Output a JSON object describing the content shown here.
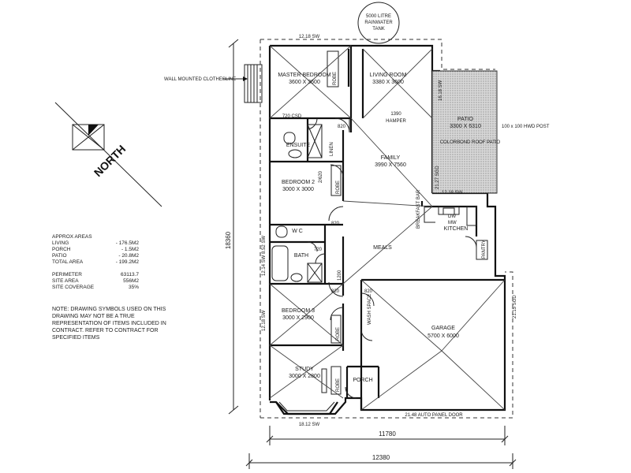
{
  "rooms": {
    "master_bedroom": {
      "name": "MASTER BEDROOM",
      "size": "3600 X 3600"
    },
    "living_room": {
      "name": "LIVING ROOM",
      "size": "3380 X 3600"
    },
    "patio": {
      "name": "PATIO",
      "size": "3300 X 6310"
    },
    "ensuite": {
      "name": "ENSUITE"
    },
    "family": {
      "name": "FAMILY",
      "size": "3990 X 7560"
    },
    "bedroom2": {
      "name": "BEDROOM 2",
      "size": "3000 X 3000"
    },
    "kitchen": {
      "name": "KITCHEN"
    },
    "wc": {
      "name": "W C"
    },
    "bath": {
      "name": "BATH"
    },
    "meals": {
      "name": "MEALS"
    },
    "bedroom3": {
      "name": "BEDROOM 3",
      "size": "3000 X 2900"
    },
    "garage": {
      "name": "GARAGE",
      "size": "5700 X 6000"
    },
    "study": {
      "name": "STUDY",
      "size": "3000 X 2800"
    },
    "porch": {
      "name": "PORCH"
    }
  },
  "labels": {
    "tank": "5000 LITRE RAINWATER TANK",
    "clothesline": "WALL MOUNTED CLOTHESLINE",
    "north": "NORTH",
    "post": "100 x 100 HWD POST",
    "colorbond": "COLORBOND ROOF PATIO",
    "top_wall": "12.18 SW",
    "right_wall_top": "16.18 SW",
    "patio_bottom": "12.18 SW",
    "right_wall_sgd": "21.27 SGD",
    "garage_sgd": "21.15 SGD",
    "bottom_wall": "18.12 SW",
    "left_wall_mid": "12.18 SW",
    "auto_door": "21.48 AUTO PANEL DOOR",
    "hamper_1390": "1390",
    "hamper": "HAMPER",
    "hamper_1200": "1200",
    "robe": "ROBE",
    "linen": "LINEN",
    "csd": "720 CSD",
    "d820": "820",
    "d720": "720",
    "d2620": "2/620",
    "breakfast_bar": "BREAKFAST BAR",
    "wash_space": "WASH SPACE",
    "pantry": "PANTRY",
    "dw": "DW",
    "mw": "MW",
    "dim_depth": "18360",
    "dim_inner": "11780",
    "dim_outer": "12380",
    "left_wall_text": "12.14 SW 8.52 SW"
  },
  "areas": {
    "title": "APPROX AREAS",
    "rows": [
      {
        "label": "LIVING",
        "value": "- 176.5M2"
      },
      {
        "label": "PORCH",
        "value": "- 1.5M2"
      },
      {
        "label": "PATIO",
        "value": "- 20.8M2"
      },
      {
        "label": "TOTAL AREA",
        "value": "- 199.2M2"
      }
    ],
    "rows2": [
      {
        "label": "PERIMETER",
        "value": "63113.7"
      },
      {
        "label": "SITE AREA",
        "value": "556M2"
      },
      {
        "label": "SITE COVERAGE",
        "value": "35%"
      }
    ]
  },
  "note": "NOTE: DRAWING SYMBOLS USED ON THIS DRAWING MAY NOT BE A TRUE REPRESENTATION OF ITEMS INCLUDED IN CONTRACT. REFER TO CONTRACT FOR SPECIFIED ITEMS"
}
